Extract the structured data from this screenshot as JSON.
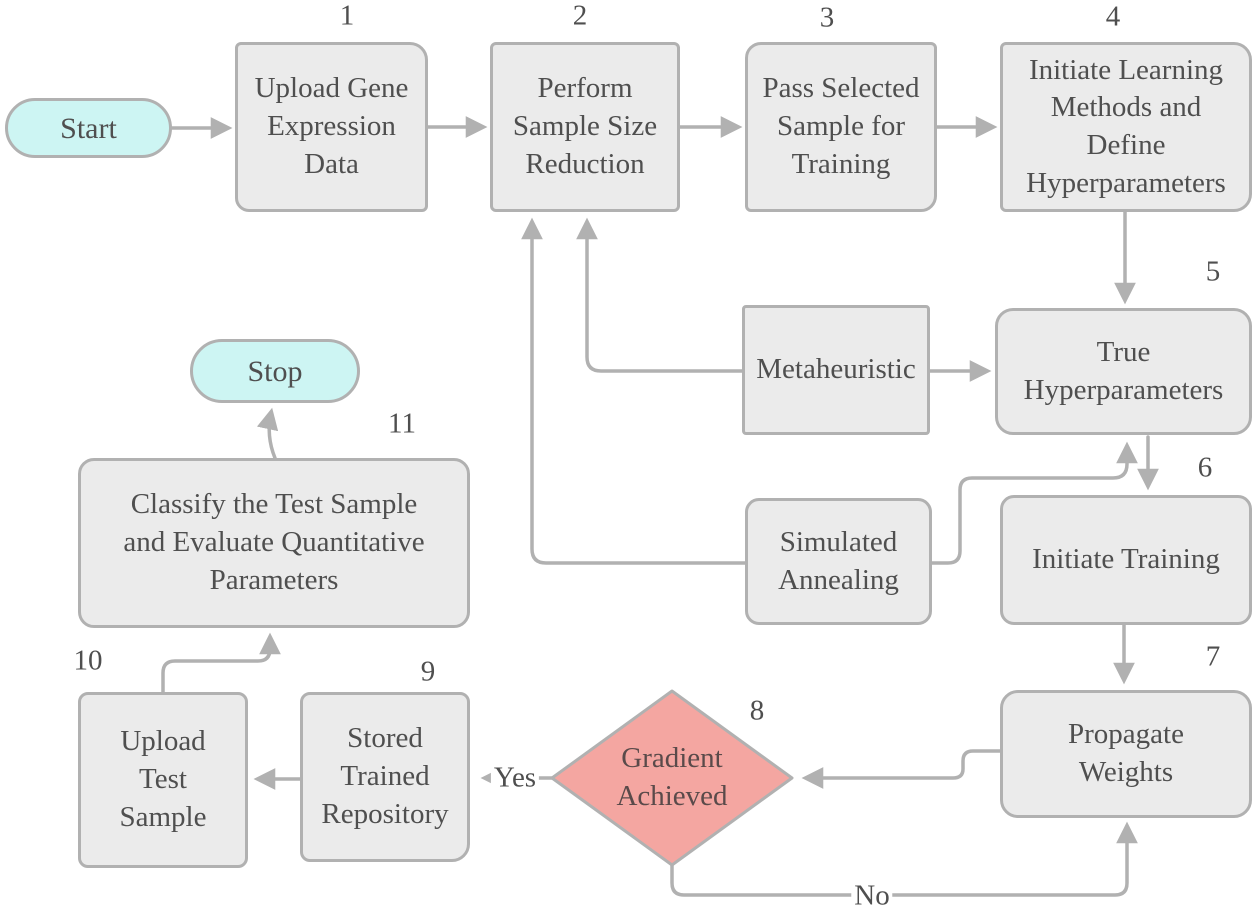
{
  "diagram_type": "flowchart",
  "nodes": {
    "start": {
      "label": "Start"
    },
    "n1": {
      "number": "1",
      "label": "Upload Gene\nExpression\nData"
    },
    "n2": {
      "number": "2",
      "label": "Perform\nSample Size\nReduction"
    },
    "n3": {
      "number": "3",
      "label": "Pass Selected\nSample for\nTraining"
    },
    "n4": {
      "number": "4",
      "label": "Initiate Learning\nMethods and\nDefine\nHyperparameters"
    },
    "n5": {
      "number": "5",
      "label": "True\nHyperparameters"
    },
    "metaheuristic": {
      "label": "Metaheuristic"
    },
    "simulated_annealing": {
      "label": "Simulated\nAnnealing"
    },
    "n6": {
      "number": "6",
      "label": "Initiate Training"
    },
    "n7": {
      "number": "7",
      "label": "Propagate\nWeights"
    },
    "n8": {
      "number": "8",
      "label": "Gradient\nAchieved"
    },
    "n9": {
      "number": "9",
      "label": "Stored\nTrained\nRepository"
    },
    "n10": {
      "number": "10",
      "label": "Upload\nTest\nSample"
    },
    "n11": {
      "number": "11",
      "label": "Classify the Test Sample\nand Evaluate Quantitative\nParameters"
    },
    "stop": {
      "label": "Stop"
    }
  },
  "edge_labels": {
    "yes": "Yes",
    "no": "No"
  },
  "colors": {
    "terminal_fill": "#cdf5f3",
    "process_fill": "#ebebeb",
    "decision_fill": "#f4a6a1",
    "line": "#b1b1b1",
    "text": "#4f4f4f"
  }
}
